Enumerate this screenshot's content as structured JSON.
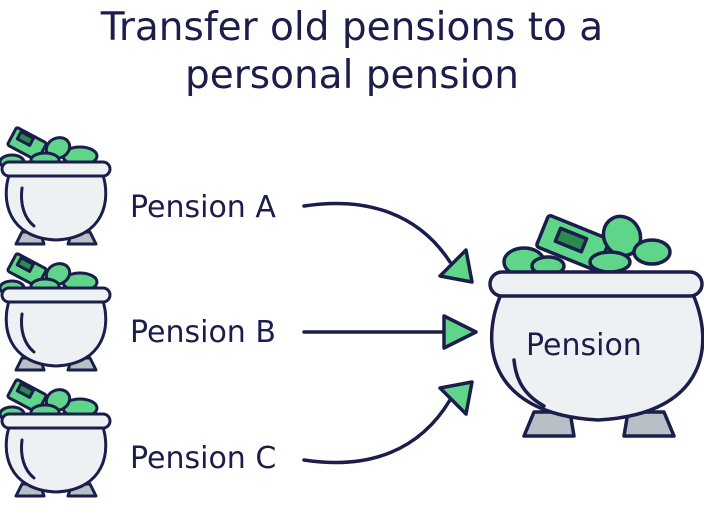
{
  "diagram": {
    "title_line1": "Transfer old pensions to a",
    "title_line2": "personal pension",
    "sources": [
      {
        "label": "Pension A"
      },
      {
        "label": "Pension B"
      },
      {
        "label": "Pension C"
      }
    ],
    "target": {
      "label": "Pension"
    },
    "colors": {
      "outline": "#1b1d4a",
      "pot_fill": "#eef1f4",
      "money_green": "#5fd58a",
      "money_dark": "#2d8a4e",
      "arrow_head": "#5fd58a",
      "feet": "#b7bfc7"
    },
    "icons": [
      "money-pot-icon",
      "arrow-icon"
    ]
  }
}
